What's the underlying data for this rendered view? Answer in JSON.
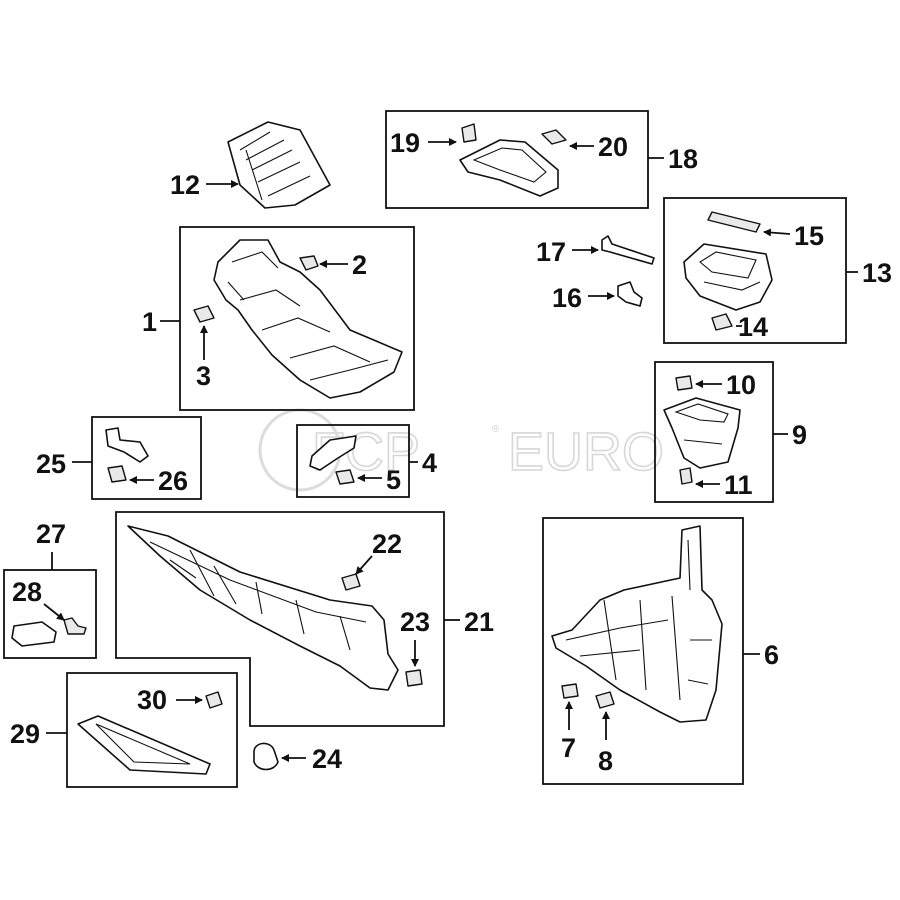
{
  "watermark": {
    "brand": "FCP",
    "suffix": "EURO",
    "mark": "®"
  },
  "callouts": {
    "c1": "1",
    "c2": "2",
    "c3": "3",
    "c4": "4",
    "c5": "5",
    "c6": "6",
    "c7": "7",
    "c8": "8",
    "c9": "9",
    "c10": "10",
    "c11": "11",
    "c12": "12",
    "c13": "13",
    "c14": "14",
    "c15": "15",
    "c16": "16",
    "c17": "17",
    "c18": "18",
    "c19": "19",
    "c20": "20",
    "c21": "21",
    "c22": "22",
    "c23": "23",
    "c24": "24",
    "c25": "25",
    "c26": "26",
    "c27": "27",
    "c28": "28",
    "c29": "29",
    "c30": "30"
  }
}
